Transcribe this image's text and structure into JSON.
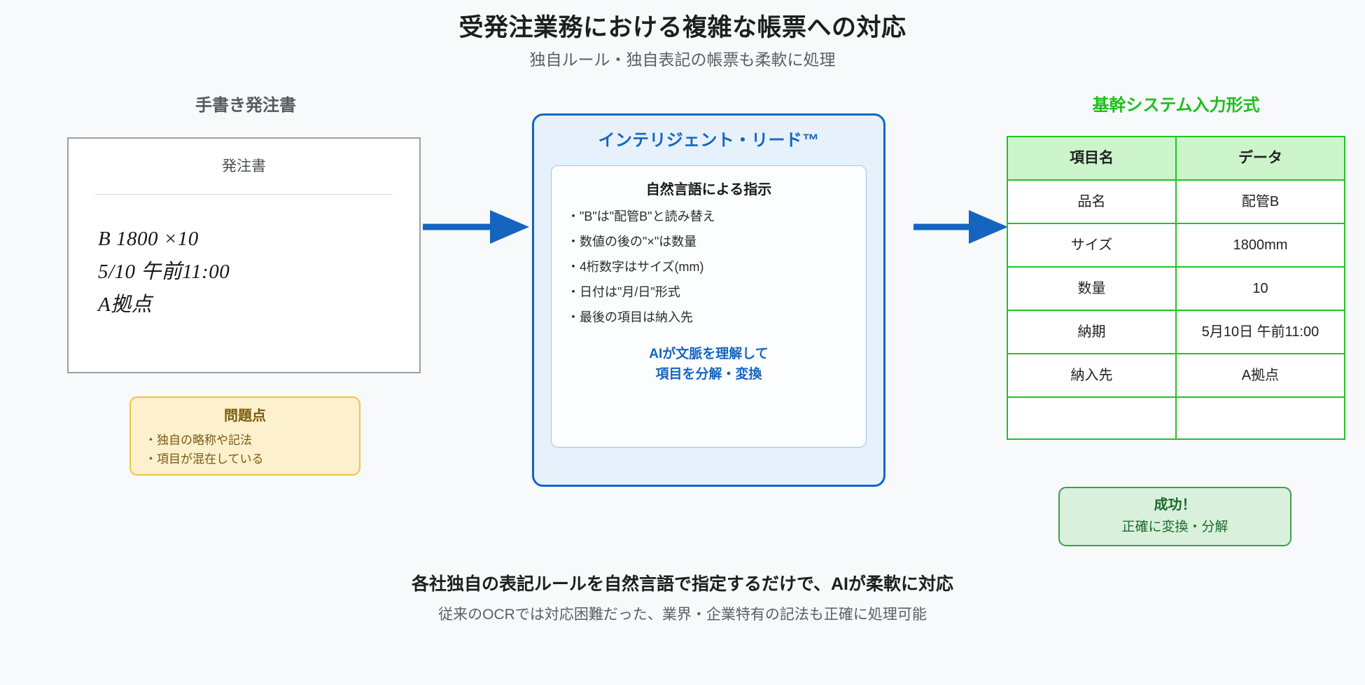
{
  "header": {
    "title": "受発注業務における複雑な帳票への対応",
    "subtitle": "独自ルール・独自表記の帳票も柔軟に処理"
  },
  "colors": {
    "background": "#F7F9FB",
    "accent_blue": "#1565C0",
    "accent_green": "#19C019",
    "table_border_green": "#22C322",
    "table_header_green": "#CCF5CC",
    "warning_yellow_border": "#EFC442",
    "warning_yellow_fill": "#FCF1CC",
    "warning_text": "#7A5A10",
    "success_border": "#3E9E52",
    "success_fill": "#D9F0DC",
    "success_text": "#1C6B2C"
  },
  "left": {
    "heading": "手書き発注書",
    "document": {
      "title": "発注書",
      "lines": [
        "B 1800 ×10",
        "5/10 午前11:00",
        "A拠点"
      ]
    },
    "problem": {
      "title": "問題点",
      "items": [
        "・独自の略称や記法",
        "・項目が混在している"
      ]
    }
  },
  "arrows": {
    "first": "arrow-right",
    "second": "arrow-right"
  },
  "center": {
    "title": "インテリジェント・リード™",
    "inner_title": "自然言語による指示",
    "rules": [
      "・\"B\"は\"配管B\"と読み替え",
      "・数値の後の\"×\"は数量",
      "・4桁数字はサイズ(mm)",
      "・日付は\"月/日\"形式",
      "・最後の項目は納入先"
    ],
    "note_line1": "AIが文脈を理解して",
    "note_line2": "項目を分解・変換"
  },
  "right": {
    "heading": "基幹システム入力形式",
    "table": {
      "columns": [
        "項目名",
        "データ"
      ],
      "rows": [
        [
          "品名",
          "配管B"
        ],
        [
          "サイズ",
          "1800mm"
        ],
        [
          "数量",
          "10"
        ],
        [
          "納期",
          "5月10日 午前11:00"
        ],
        [
          "納入先",
          "A拠点"
        ],
        [
          "",
          ""
        ]
      ]
    },
    "success": {
      "title": "成功！",
      "subtitle": "正確に変換・分解"
    }
  },
  "footer": {
    "main": "各社独自の表記ルールを自然言語で指定するだけで、AIが柔軟に対応",
    "sub": "従来のOCRでは対応困難だった、業界・企業特有の記法も正確に処理可能"
  }
}
